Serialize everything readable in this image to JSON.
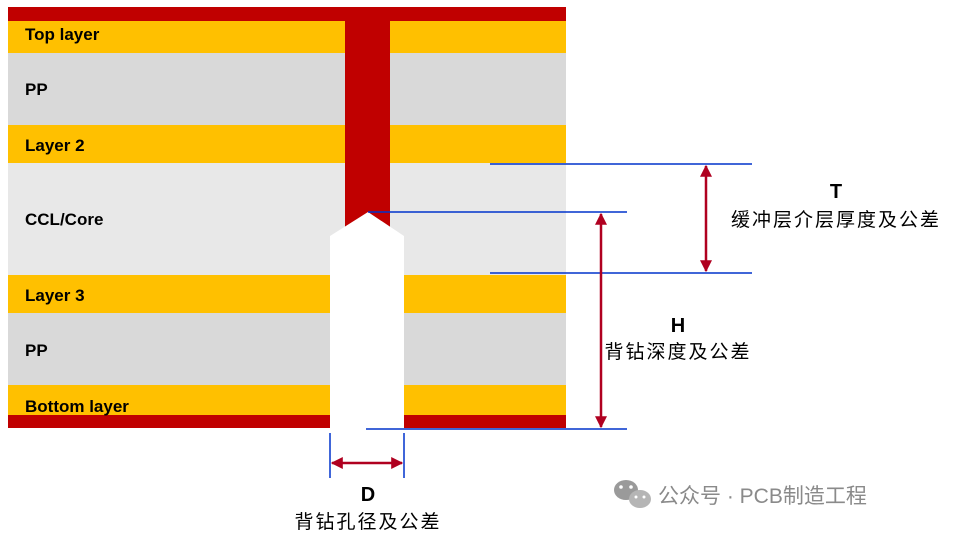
{
  "colors": {
    "copper": "#FFC000",
    "pp": "#D9D9D9",
    "core": "#E8E8E8",
    "plating": "#C00000",
    "dimension_line": "#0033CC",
    "arrow": "#B00020",
    "backdrill": "#FFFFFF",
    "watermark": "#8A8A8A"
  },
  "layers": [
    {
      "label": "Top layer",
      "type": "copper"
    },
    {
      "label": "PP",
      "type": "prepreg"
    },
    {
      "label": "Layer 2",
      "type": "copper"
    },
    {
      "label": "CCL/Core",
      "type": "core"
    },
    {
      "label": "Layer 3",
      "type": "copper"
    },
    {
      "label": "PP",
      "type": "prepreg"
    },
    {
      "label": "Bottom layer",
      "type": "copper"
    }
  ],
  "dimensions": {
    "T": {
      "letter": "T",
      "caption": "缓冲层介层厚度及公差"
    },
    "H": {
      "letter": "H",
      "caption": "背钻深度及公差"
    },
    "D": {
      "letter": "D",
      "caption": "背钻孔径及公差"
    }
  },
  "watermark": {
    "icon": "wechat-icon",
    "text": "公众号 · PCB制造工程"
  }
}
